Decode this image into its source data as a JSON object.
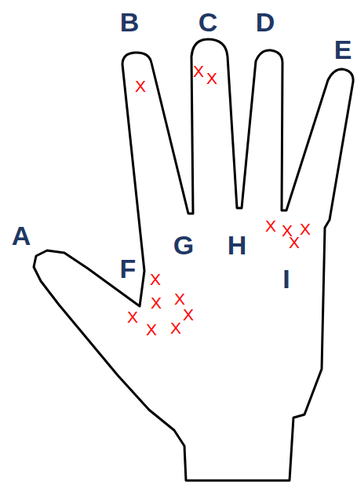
{
  "diagram": {
    "labels": [
      "A",
      "B",
      "C",
      "D",
      "E",
      "F",
      "G",
      "H",
      "I",
      "X",
      "X",
      "X",
      "X",
      "X",
      "X",
      "X",
      "X",
      "X",
      "X",
      "X",
      "X",
      "X",
      "X"
    ]
  }
}
